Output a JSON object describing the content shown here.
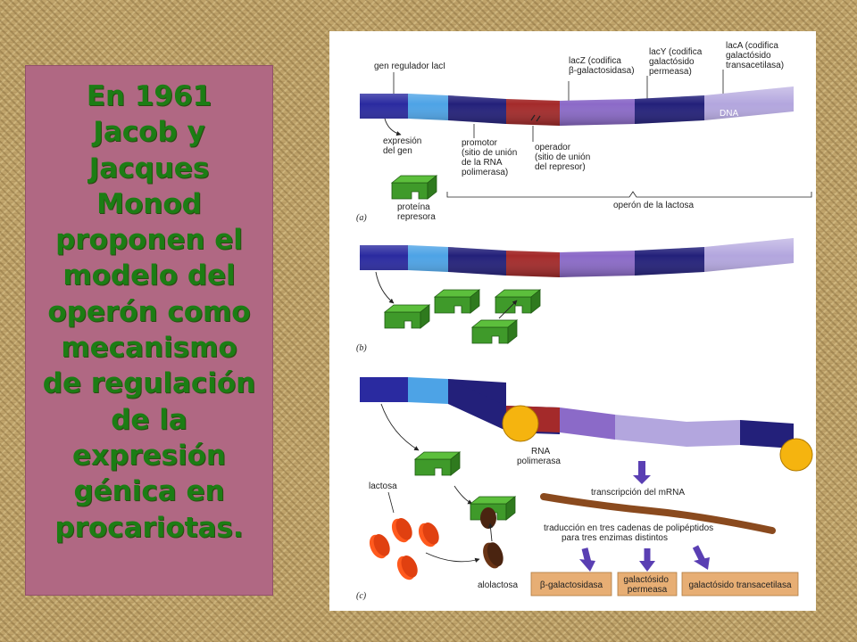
{
  "slide": {
    "text": "En 1961 Jacob y Jacques Monod proponen el modelo del operón como mecanismo de regulación de la expresión génica en procariotas.",
    "lines": [
      "En 1961",
      "Jacob y",
      "Jacques",
      "Monod",
      "proponen el",
      "modelo del",
      "operón como",
      "mecanismo",
      "de regulación",
      "de la",
      "expresión",
      "génica en",
      "procariotas."
    ]
  },
  "colors": {
    "panel_pink": "#b06883",
    "text_green": "#1c7d14",
    "dna_navy": "#2a2aa0",
    "dna_light_blue": "#4da3e6",
    "dna_dark_navy": "#23207a",
    "dna_red": "#a42a2a",
    "dna_purple": "#8b6ac8",
    "dna_lavender": "#b3a6de",
    "repressor_green": "#3f9a2a",
    "polymerase_yellow": "#f5b40f",
    "lactose_orange": "#ff5a1e",
    "mrna_brown": "#8a4a1e",
    "enzyme_box_tan": "#e7ae74",
    "arrow_purple": "#5a3fb3"
  },
  "figure": {
    "panel_a": {
      "letter": "(a)",
      "label_regulator": "gen regulador lacI",
      "label_lacZ": [
        "lacZ (codifica",
        "β-galactosidasa)"
      ],
      "label_lacY": [
        "lacY (codifica",
        "galactósido",
        "permeasa)"
      ],
      "label_lacA": [
        "lacA (codifica",
        "galactósido",
        "transacetilasa)"
      ],
      "label_dna": "DNA",
      "label_expression": [
        "expresión",
        "del gen"
      ],
      "label_promoter": [
        "promotor",
        "(sitio de unión",
        "de la RNA",
        "polimerasa)"
      ],
      "label_operator": [
        "operador",
        "(sitio de unión",
        "del represor)"
      ],
      "label_repressor": [
        "proteína",
        "represora"
      ],
      "label_operon": "operón de la lactosa"
    },
    "panel_b": {
      "letter": "(b)"
    },
    "panel_c": {
      "letter": "(c)",
      "label_polymerase": [
        "RNA",
        "polimerasa"
      ],
      "label_lactose": "lactosa",
      "label_allolactose": "alolactosa",
      "label_transcription": "transcripción del mRNA",
      "label_translation": [
        "traducción en tres cadenas de polipéptidos",
        "para tres enzimas distintos"
      ],
      "enzymes": [
        "β-galactosidasa",
        "galactósido permeasa",
        "galactósido transacetilasa"
      ],
      "enzyme_lines": [
        [
          "β-galactosidasa"
        ],
        [
          "galactósido",
          "permeasa"
        ],
        [
          "galactósido transacetilasa"
        ]
      ]
    }
  }
}
